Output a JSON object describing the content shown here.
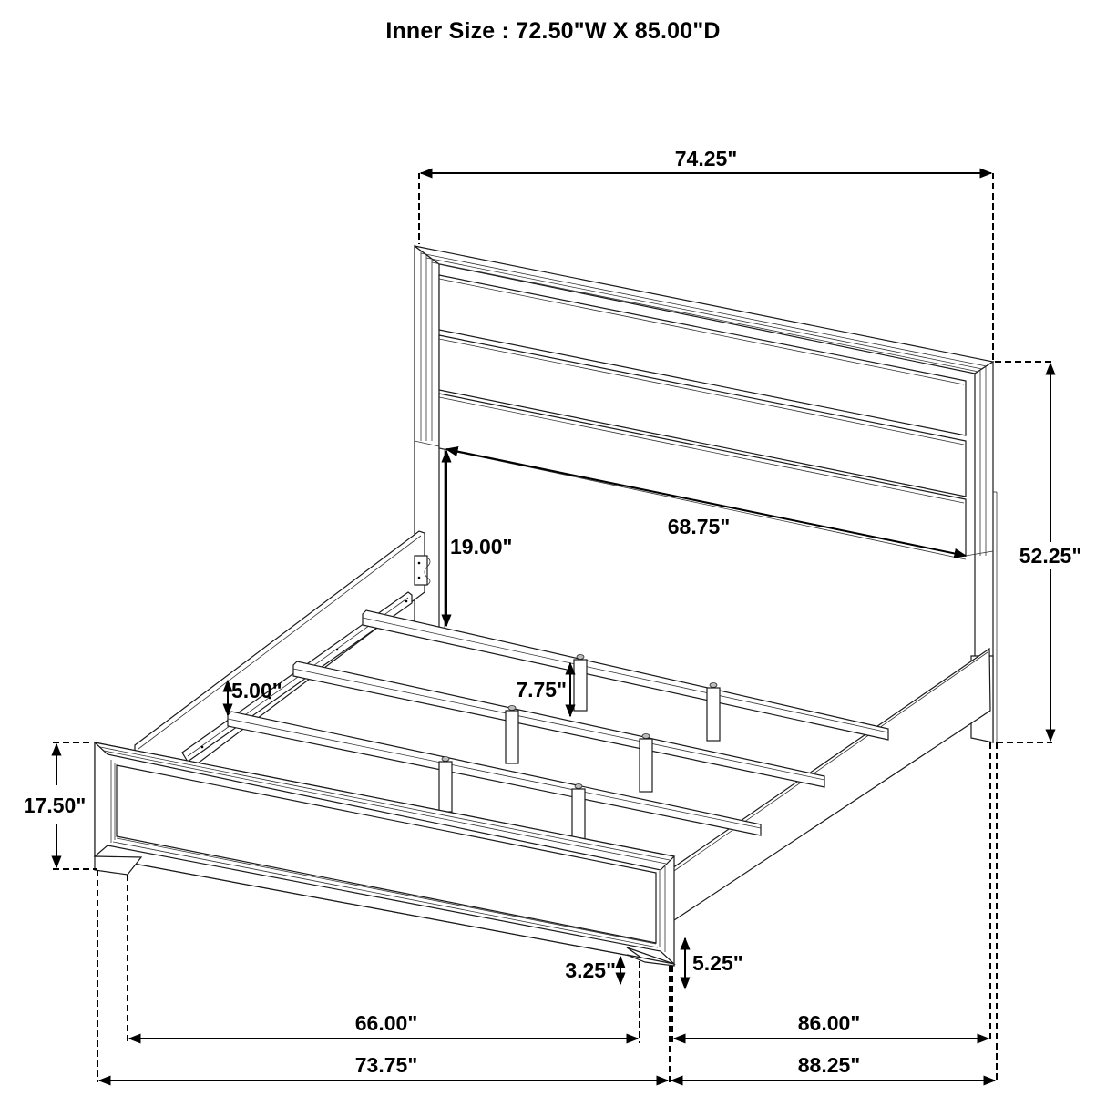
{
  "title": "Inner Size : 72.50\"W X 85.00\"D",
  "drawing": {
    "subject": "bed-frame",
    "line_color": "#000000",
    "background": "#ffffff"
  },
  "dimensions": {
    "headboard_width": "74.25\"",
    "headboard_height": "52.25\"",
    "headboard_panel_width": "68.75\"",
    "headboard_clearance": "19.00\"",
    "side_rail_height": "5.00\"",
    "slat_support_height": "7.75\"",
    "footboard_height": "17.50\"",
    "footboard_leg_height": "3.25\"",
    "side_rail_clearance": "5.25\"",
    "footboard_inner_width": "66.00\"",
    "footboard_overall_width": "73.75\"",
    "rail_length": "86.00\"",
    "overall_length": "88.25\""
  }
}
